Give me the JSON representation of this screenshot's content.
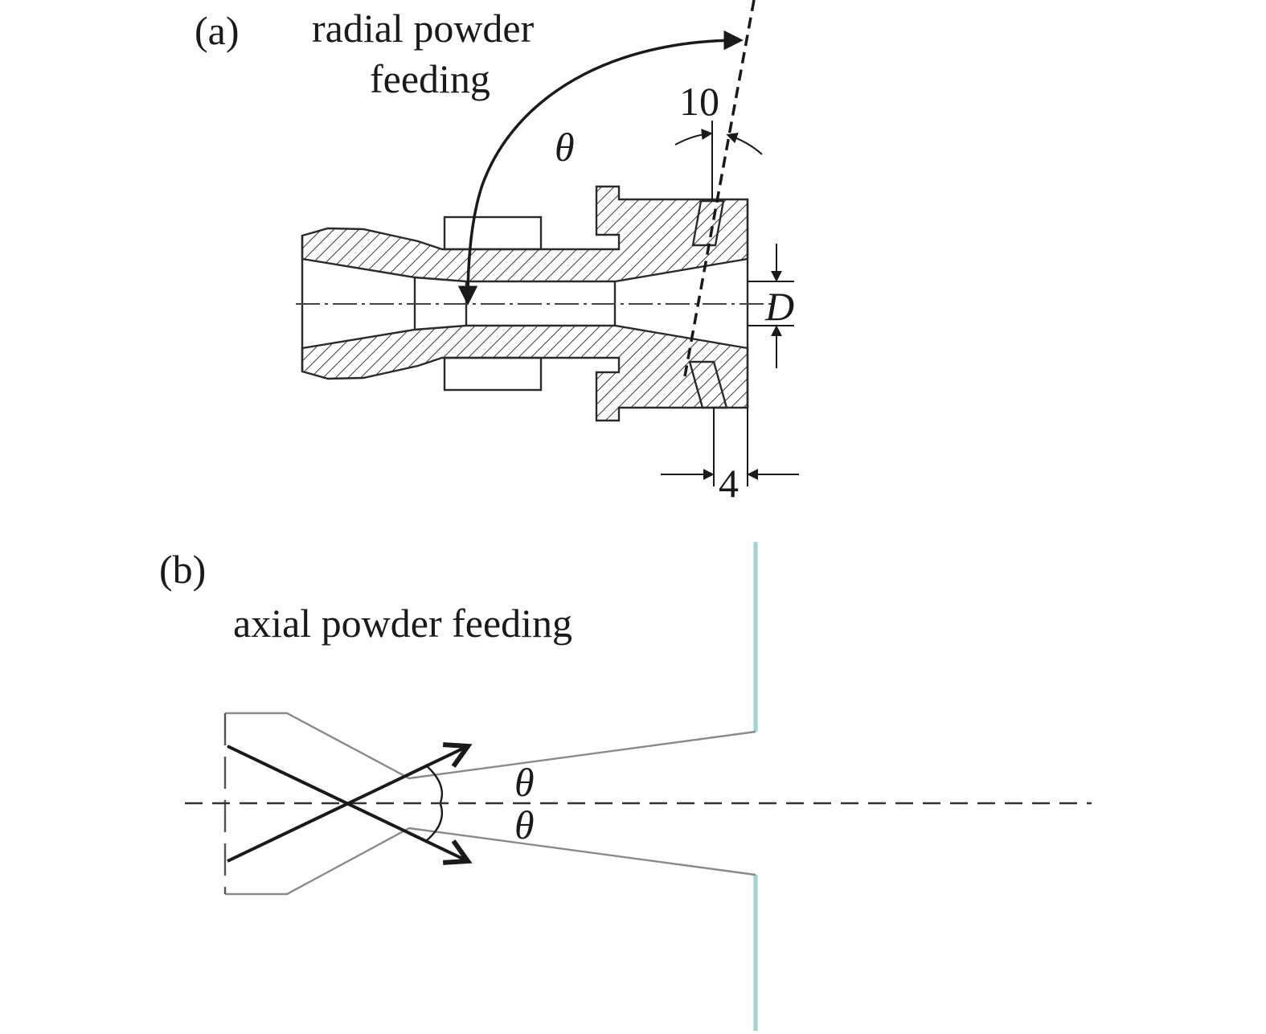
{
  "panel_a": {
    "tag": "(a)",
    "title_line1": "radial powder",
    "title_line2": "feeding",
    "angle_symbol": "θ",
    "dim_angle": "10",
    "dim_diameter": "D",
    "dim_offset": "4"
  },
  "panel_b": {
    "tag": "(b)",
    "title": "axial powder feeding",
    "angle_upper": "θ",
    "angle_lower": "θ"
  },
  "colors": {
    "line": "#2a2a2a",
    "light_line": "#8a8a8a",
    "substrate": "#9fd4cc"
  }
}
